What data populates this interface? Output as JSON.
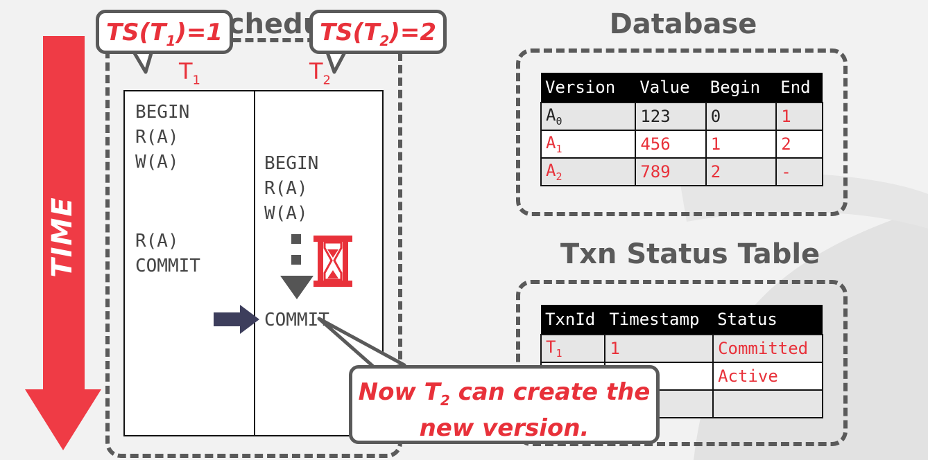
{
  "time_label": "TIME",
  "schedule": {
    "title": "Schedule",
    "t1_label": "T",
    "t1_sub": "1",
    "t2_label": "T",
    "t2_sub": "2",
    "t1_ops": [
      "BEGIN",
      "R(A)",
      "W(A)",
      "R(A)",
      "COMMIT"
    ],
    "t2_ops": [
      "BEGIN",
      "R(A)",
      "W(A)",
      "COMMIT"
    ]
  },
  "callouts": {
    "ts1": {
      "prefix": "TS(T",
      "sub": "1",
      "suffix": ")=1"
    },
    "ts2": {
      "prefix": "TS(T",
      "sub": "2",
      "suffix": ")=2"
    },
    "note": {
      "line1_prefix": "Now T",
      "line1_sub": "2",
      "line1_suffix": " can create the",
      "line2": "new version."
    }
  },
  "database": {
    "title": "Database",
    "headers": [
      "Version",
      "Value",
      "Begin",
      "End"
    ],
    "rows": [
      {
        "version": "A",
        "sub": "0",
        "value": "123",
        "begin": "0",
        "end": "1",
        "red": false
      },
      {
        "version": "A",
        "sub": "1",
        "value": "456",
        "begin": "1",
        "end": "2",
        "red": true
      },
      {
        "version": "A",
        "sub": "2",
        "value": "789",
        "begin": "2",
        "end": "-",
        "red": true
      }
    ]
  },
  "txn_status": {
    "title": "Txn Status Table",
    "headers": [
      "TxnId",
      "Timestamp",
      "Status"
    ],
    "rows": [
      {
        "txn": "T",
        "sub": "1",
        "timestamp": "1",
        "status": "Committed"
      },
      {
        "txn": "",
        "sub": "",
        "timestamp": "",
        "status": "Active"
      },
      {
        "txn": "",
        "sub": "",
        "timestamp": "",
        "status": ""
      }
    ]
  },
  "colors": {
    "accent": "#e8313a",
    "frame": "#5a5a5a",
    "arrow": "#3d3e5c"
  },
  "icons": [
    "hourglass-icon",
    "right-arrow-icon",
    "down-arrow-icon"
  ]
}
